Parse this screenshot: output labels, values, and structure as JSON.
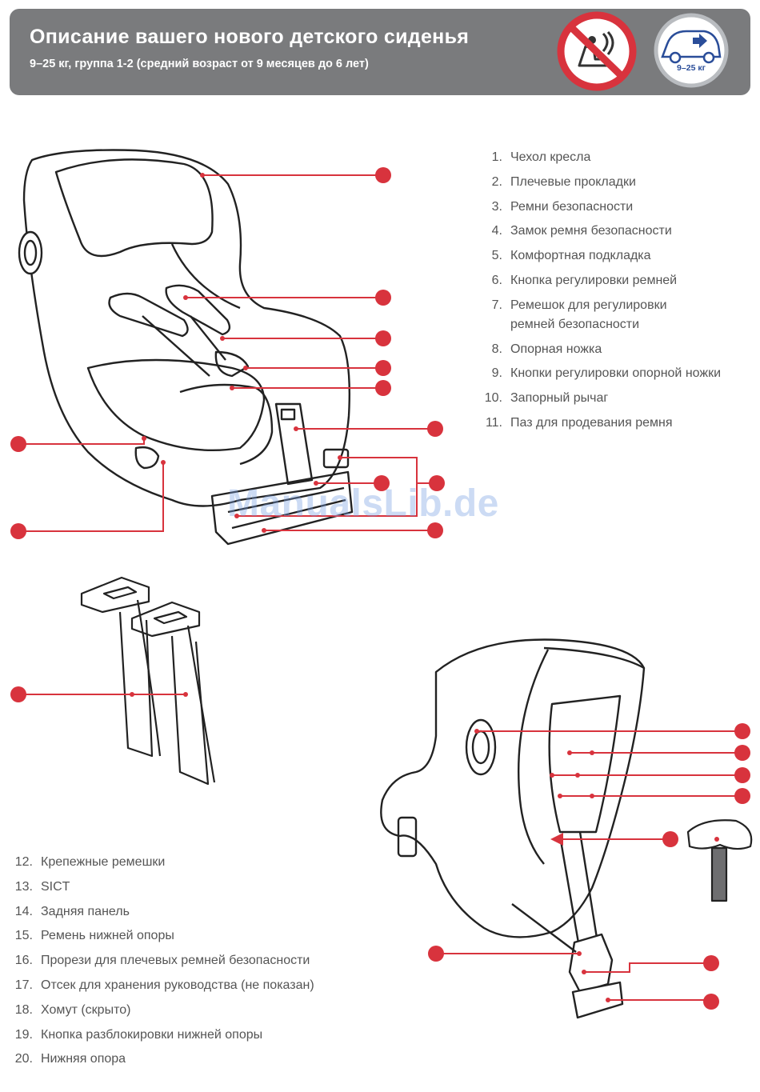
{
  "header": {
    "title": "Описание вашего нового детского сиденья",
    "subtitle": "9–25 кг, группа 1-2 (средний возраст от 9 месяцев до 6 лет)",
    "weight_badge": "9–25 кг"
  },
  "parts_top": [
    {
      "num": "1.",
      "label": "Чехол кресла"
    },
    {
      "num": "2.",
      "label": "Плечевые прокладки"
    },
    {
      "num": "3.",
      "label": "Ремни безопасности"
    },
    {
      "num": "4.",
      "label": "Замок ремня безопасности"
    },
    {
      "num": "5.",
      "label": "Комфортная подкладка"
    },
    {
      "num": "6.",
      "label": "Кнопка регулировки ремней"
    },
    {
      "num": "7.",
      "label": "Ремешок для регулировки ремней безопасности"
    },
    {
      "num": "8.",
      "label": "Опорная ножка"
    },
    {
      "num": "9.",
      "label": "Кнопки регулировки опорной ножки"
    },
    {
      "num": "10.",
      "label": "Запорный рычаг"
    },
    {
      "num": "11.",
      "label": "Паз для продевания ремня"
    }
  ],
  "parts_bottom": [
    {
      "num": "12.",
      "label": "Крепежные ремешки"
    },
    {
      "num": "13.",
      "label": "SICT"
    },
    {
      "num": "14.",
      "label": "Задняя панель"
    },
    {
      "num": "15.",
      "label": "Ремень нижней опоры"
    },
    {
      "num": "16.",
      "label": "Прорези для плечевых ремней безопасности"
    },
    {
      "num": "17.",
      "label": "Отсек для хранения руководства (не показан)"
    },
    {
      "num": "18.",
      "label": "Хомут (скрыто)"
    },
    {
      "num": "19.",
      "label": "Кнопка разблокировки нижней опоры"
    },
    {
      "num": "20.",
      "label": "Нижняя опора"
    }
  ],
  "watermark": "ManualsLib.de",
  "colors": {
    "header_bg": "#7a7b7d",
    "callout_red": "#d8333d",
    "text_gray": "#555555",
    "weight_blue": "#2a4d99"
  },
  "icons": {
    "no_airbag": "no-front-airbag-icon",
    "forward_facing": "forward-facing-car-icon"
  }
}
